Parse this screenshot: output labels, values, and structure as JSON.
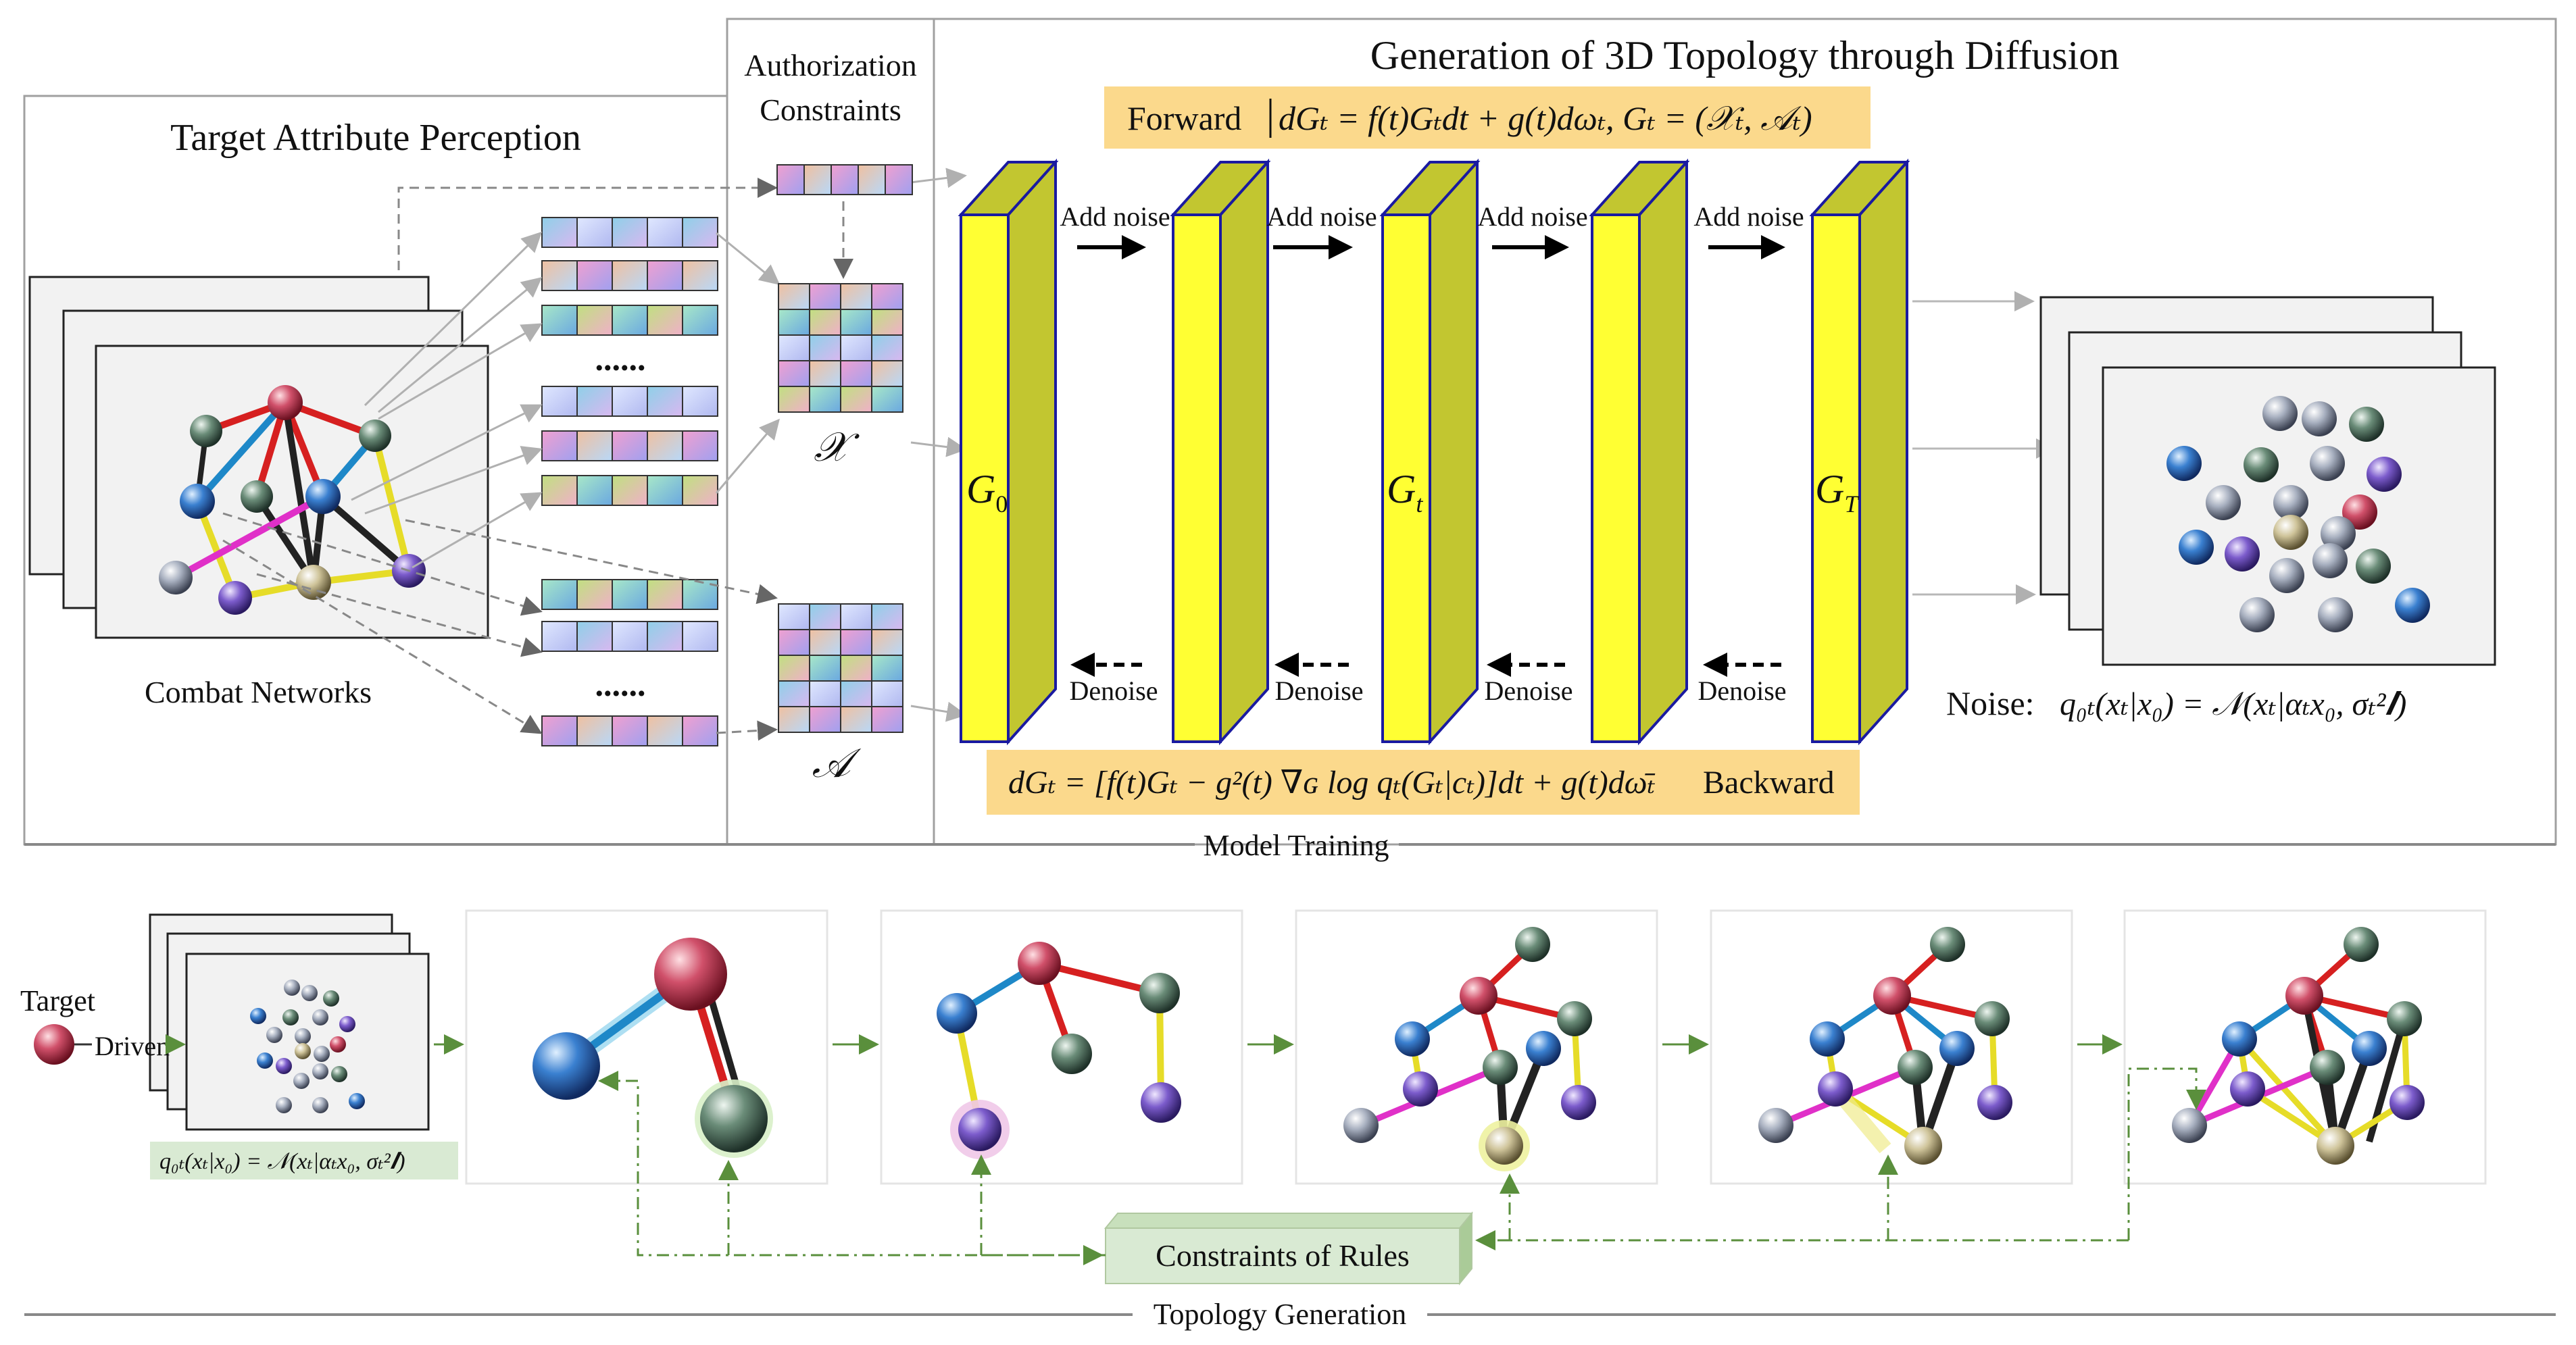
{
  "colors": {
    "panel_border": "#a0a0a0",
    "cube_front": "#ffff33",
    "cube_side": "#c2c630",
    "cube_edge": "#1a1aa0",
    "formula_bg": "#fbd98c",
    "constraint_bg": "#d9ead3",
    "green_arrow": "#5a8f3c",
    "edge_red": "#d62020",
    "edge_blue": "#1e88c8",
    "edge_black": "#222222",
    "edge_yellow": "#e6dc28",
    "edge_magenta": "#e030c8",
    "node_red": "#c83a4a",
    "node_blue": "#3a78c8",
    "node_green": "#5a7a66",
    "node_purple": "#7a58c0",
    "node_gray": "#9aa2b0",
    "node_olive": "#c0b890"
  },
  "panels": {
    "perception": {
      "title": "Target Attribute Perception",
      "caption": "Combat Networks"
    },
    "authorization": {
      "title_line1": "Authorization",
      "title_line2": "Constraints",
      "x_label": "𝒳",
      "a_label": "𝒜"
    },
    "diffusion": {
      "title": "Generation of 3D Topology through Diffusion",
      "forward_label": "Forward",
      "forward_formula": "dGₜ = f(t)Gₜdt + g(t)dωₜ,  Gₜ = (𝒳ₜ, 𝒜ₜ)",
      "backward_formula": "dGₜ = [f(t)Gₜ − g²(t) ∇ɢ log qₜ(Gₜ|cₜ)]dt + g(t)dω̄ₜ",
      "backward_label": "Backward",
      "add_noise": "Add noise",
      "denoise": "Denoise",
      "g0": "G",
      "g0_sub": "0",
      "gt": "G",
      "gt_sub": "t",
      "gT": "G",
      "gT_sub": "T",
      "noise_label": "Noise:",
      "noise_formula": "q₀ₜ(xₜ|x₀) = 𝒩(xₜ|αₜx₀, σₜ²𝑰)"
    },
    "dots": "......",
    "model_training": "Model Training",
    "topology_generation": "Topology Generation",
    "target": "Target",
    "driven": "Driven",
    "small_formula": "q₀ₜ(xₜ|x₀) = 𝒩(xₜ|αₜx₀, σₜ²𝑰)",
    "rules": "Constraints of Rules"
  }
}
